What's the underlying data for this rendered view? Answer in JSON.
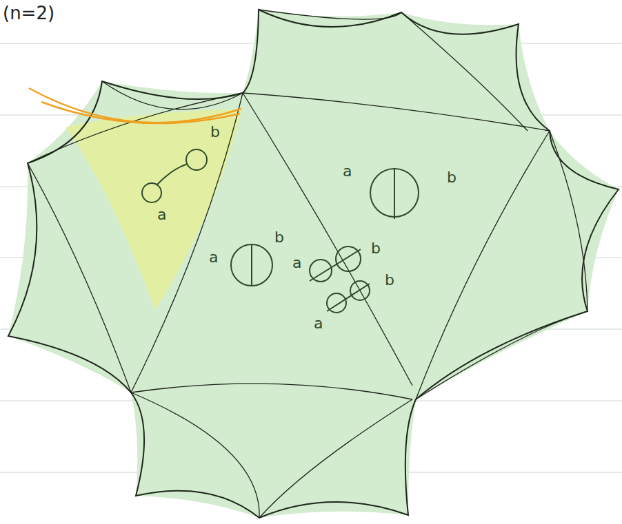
{
  "diagram": {
    "title": "(n=2)",
    "labels": [
      "b",
      "a",
      "a",
      "b",
      "a",
      "b",
      "a",
      "b",
      "b",
      "a"
    ]
  }
}
